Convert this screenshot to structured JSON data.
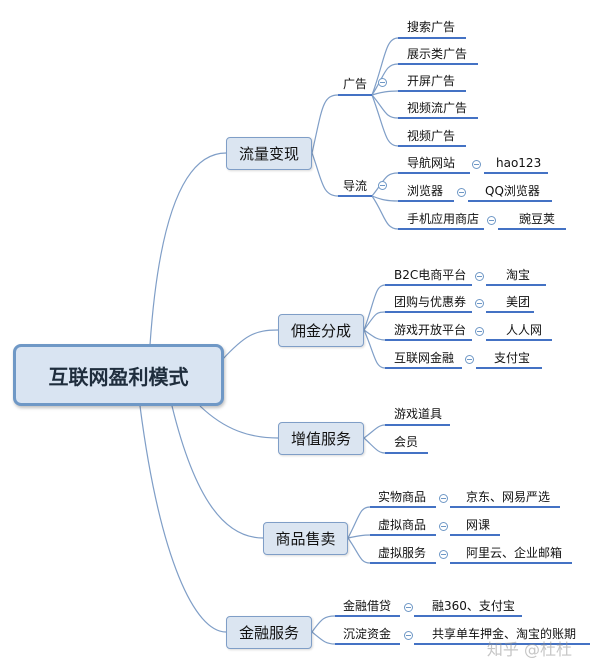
{
  "root": {
    "label": "互联网盈利模式"
  },
  "branches": {
    "traffic": {
      "label": "流量变现",
      "ads": {
        "label": "广告",
        "items": [
          "搜索广告",
          "展示类广告",
          "开屏广告",
          "视频流广告",
          "视频广告"
        ]
      },
      "guide": {
        "label": "导流",
        "items": [
          {
            "label": "导航网站",
            "example": "hao123"
          },
          {
            "label": "浏览器",
            "example": "QQ浏览器"
          },
          {
            "label": "手机应用商店",
            "example": "豌豆荚"
          }
        ]
      }
    },
    "commission": {
      "label": "佣金分成",
      "items": [
        {
          "label": "B2C电商平台",
          "example": "淘宝"
        },
        {
          "label": "团购与优惠券",
          "example": "美团"
        },
        {
          "label": "游戏开放平台",
          "example": "人人网"
        },
        {
          "label": "互联网金融",
          "example": "支付宝"
        }
      ]
    },
    "value_added": {
      "label": "增值服务",
      "items": [
        "游戏道具",
        "会员"
      ]
    },
    "sales": {
      "label": "商品售卖",
      "items": [
        {
          "label": "实物商品",
          "example": "京东、网易严选"
        },
        {
          "label": "虚拟商品",
          "example": "网课"
        },
        {
          "label": "虚拟服务",
          "example": "阿里云、企业邮箱"
        }
      ]
    },
    "finance": {
      "label": "金融服务",
      "items": [
        {
          "label": "金融借贷",
          "example": "融360、支付宝"
        },
        {
          "label": "沉淀资金",
          "example": "共享单车押金、淘宝的账期"
        }
      ]
    }
  },
  "watermark": "知乎 @杜杜"
}
